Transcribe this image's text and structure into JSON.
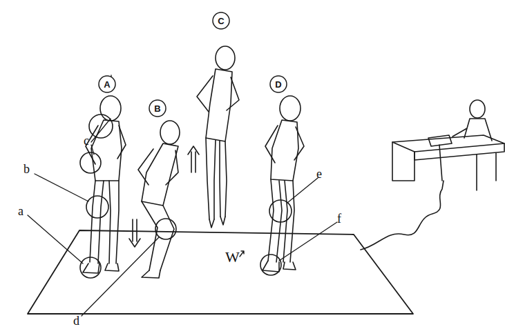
{
  "diagram": {
    "nodes": [
      {
        "text": [
          "A"
        ]
      },
      {
        "text": [
          "B"
        ]
      },
      {
        "text": [
          "C"
        ]
      },
      {
        "text": [
          "D"
        ]
      }
    ],
    "labels": [
      "c",
      "b",
      "e",
      "a",
      "f",
      "W",
      "d"
    ]
  }
}
